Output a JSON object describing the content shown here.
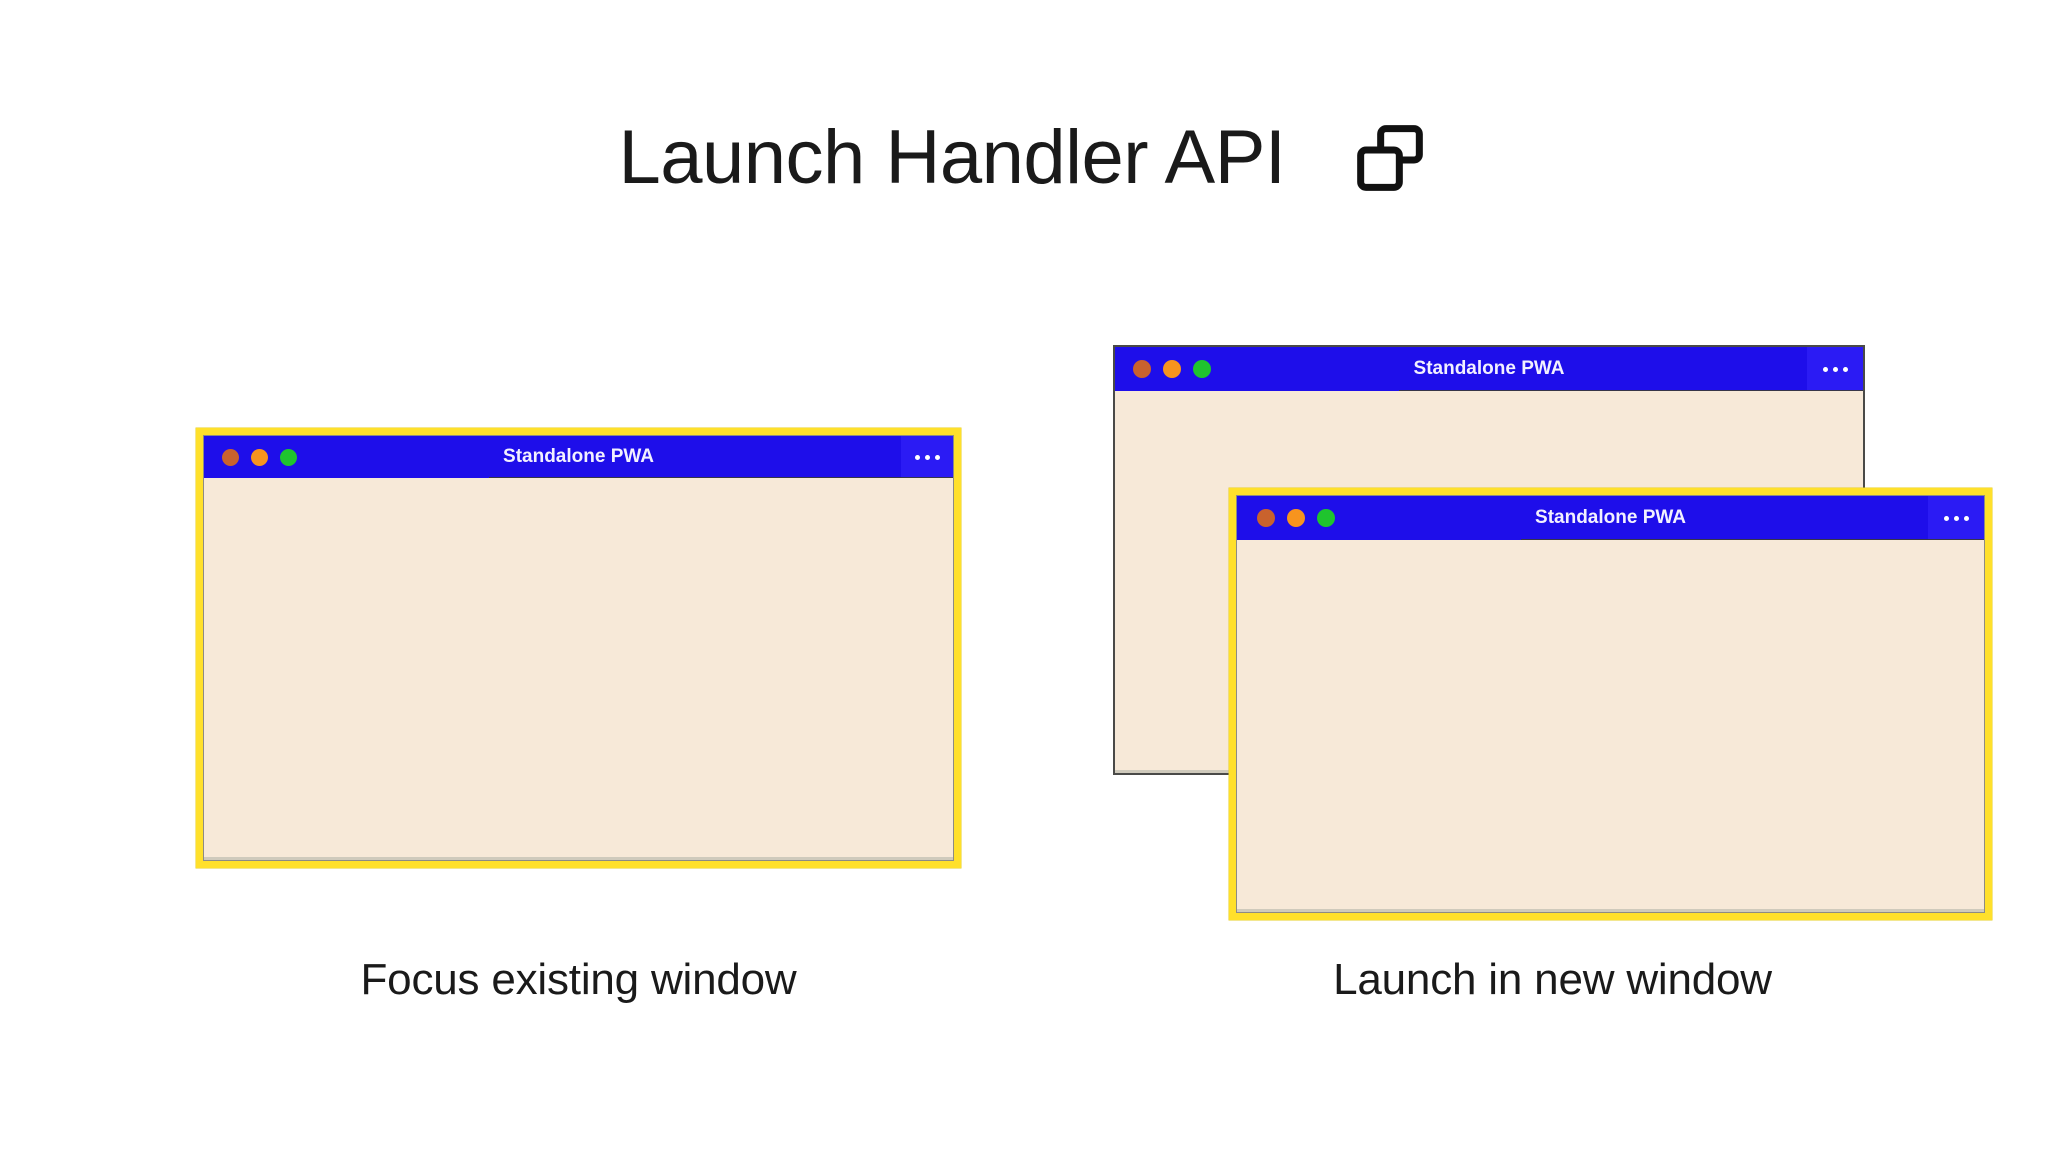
{
  "heading": {
    "title": "Launch Handler API",
    "icon": "windows-overlap-icon"
  },
  "colors": {
    "page_background": "#ffffff",
    "titlebar_blue": "#1e0eea",
    "menu_button_blue": "#2b1bf4",
    "window_body_cream": "#f7e9d8",
    "focus_highlight_yellow": "#ffe02b",
    "unfocused_border_gray": "#4a4a48",
    "dot_close_orange_red": "#c9622d",
    "dot_minimize_orange": "#f7941e",
    "dot_maximize_green": "#1fc42e",
    "title_text": "#f2f0ff",
    "caption_text": "#1a1a1a"
  },
  "scenarios": [
    {
      "id": "focus-existing",
      "caption": "Focus existing window",
      "windows": [
        {
          "id": "window-left",
          "title": "Standalone PWA",
          "focused": true,
          "menu_label": "…",
          "menu_icon": "overflow-menu-icon",
          "traffic_lights": [
            "close-dot",
            "minimize-dot",
            "maximize-dot"
          ]
        }
      ]
    },
    {
      "id": "launch-new",
      "caption": "Launch in new window",
      "windows": [
        {
          "id": "window-back",
          "title": "Standalone PWA",
          "focused": false,
          "menu_label": "…",
          "menu_icon": "overflow-menu-icon",
          "traffic_lights": [
            "close-dot",
            "minimize-dot",
            "maximize-dot"
          ]
        },
        {
          "id": "window-front",
          "title": "Standalone PWA",
          "focused": true,
          "menu_label": "…",
          "menu_icon": "overflow-menu-icon",
          "traffic_lights": [
            "close-dot",
            "minimize-dot",
            "maximize-dot"
          ]
        }
      ]
    }
  ]
}
